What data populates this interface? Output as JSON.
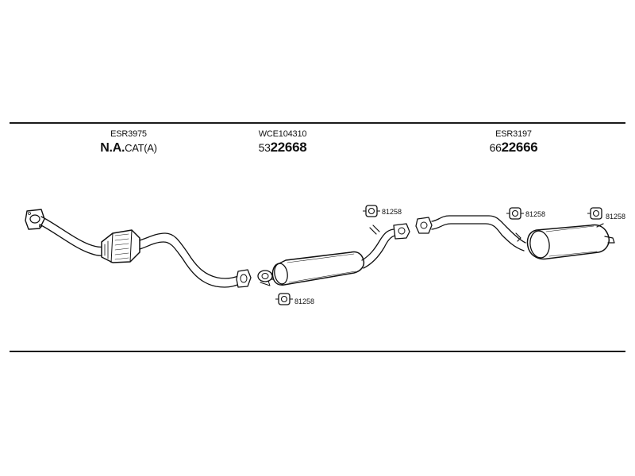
{
  "labels": {
    "front": {
      "code": "ESR3975",
      "name_bold": "N.A.",
      "name_rest": "CAT(A)"
    },
    "middle": {
      "code": "WCE104310",
      "prefix": "53",
      "number": "22668"
    },
    "rear": {
      "code": "ESR3197",
      "prefix": "66",
      "number": "22666"
    }
  },
  "hangers": [
    {
      "part": "81258"
    },
    {
      "part": "81258"
    },
    {
      "part": "81258"
    },
    {
      "part": "81258"
    }
  ]
}
